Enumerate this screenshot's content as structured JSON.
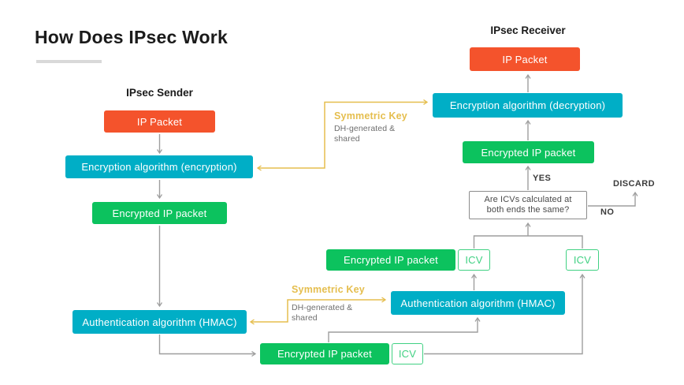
{
  "title": "How Does IPsec Work",
  "sender": {
    "heading": "IPsec Sender",
    "ip_packet": "IP Packet",
    "encryption": "Encryption algorithm (encryption)",
    "encrypted_packet": "Encrypted IP packet",
    "hmac": "Authentication algorithm (HMAC)",
    "encrypted_packet_out": "Encrypted IP packet",
    "icv": "ICV"
  },
  "receiver": {
    "heading": "IPsec Receiver",
    "ip_packet": "IP Packet",
    "decryption": "Encryption algorithm (decryption)",
    "encrypted_packet": "Encrypted IP packet",
    "compare_line1": "Are ICVs calculated at",
    "compare_line2": "both ends the same?",
    "encrypted_packet_in": "Encrypted IP packet",
    "icv_computed": "ICV",
    "icv_received": "ICV",
    "hmac": "Authentication algorithm (HMAC)"
  },
  "symmetric_key_top": {
    "title": "Symmetric Key",
    "line1": "DH-generated &",
    "line2": "shared"
  },
  "symmetric_key_bottom": {
    "title": "Symmetric Key",
    "line1": "DH-generated &",
    "line2": "shared"
  },
  "decision": {
    "yes": "YES",
    "no": "NO",
    "discard": "DISCARD"
  },
  "colors": {
    "orange": "#F4532C",
    "teal": "#00AEC6",
    "green": "#0CC25E",
    "icv_green": "#41D183",
    "key_yellow": "#E5BE4E",
    "line_gray": "#9E9E9E"
  }
}
